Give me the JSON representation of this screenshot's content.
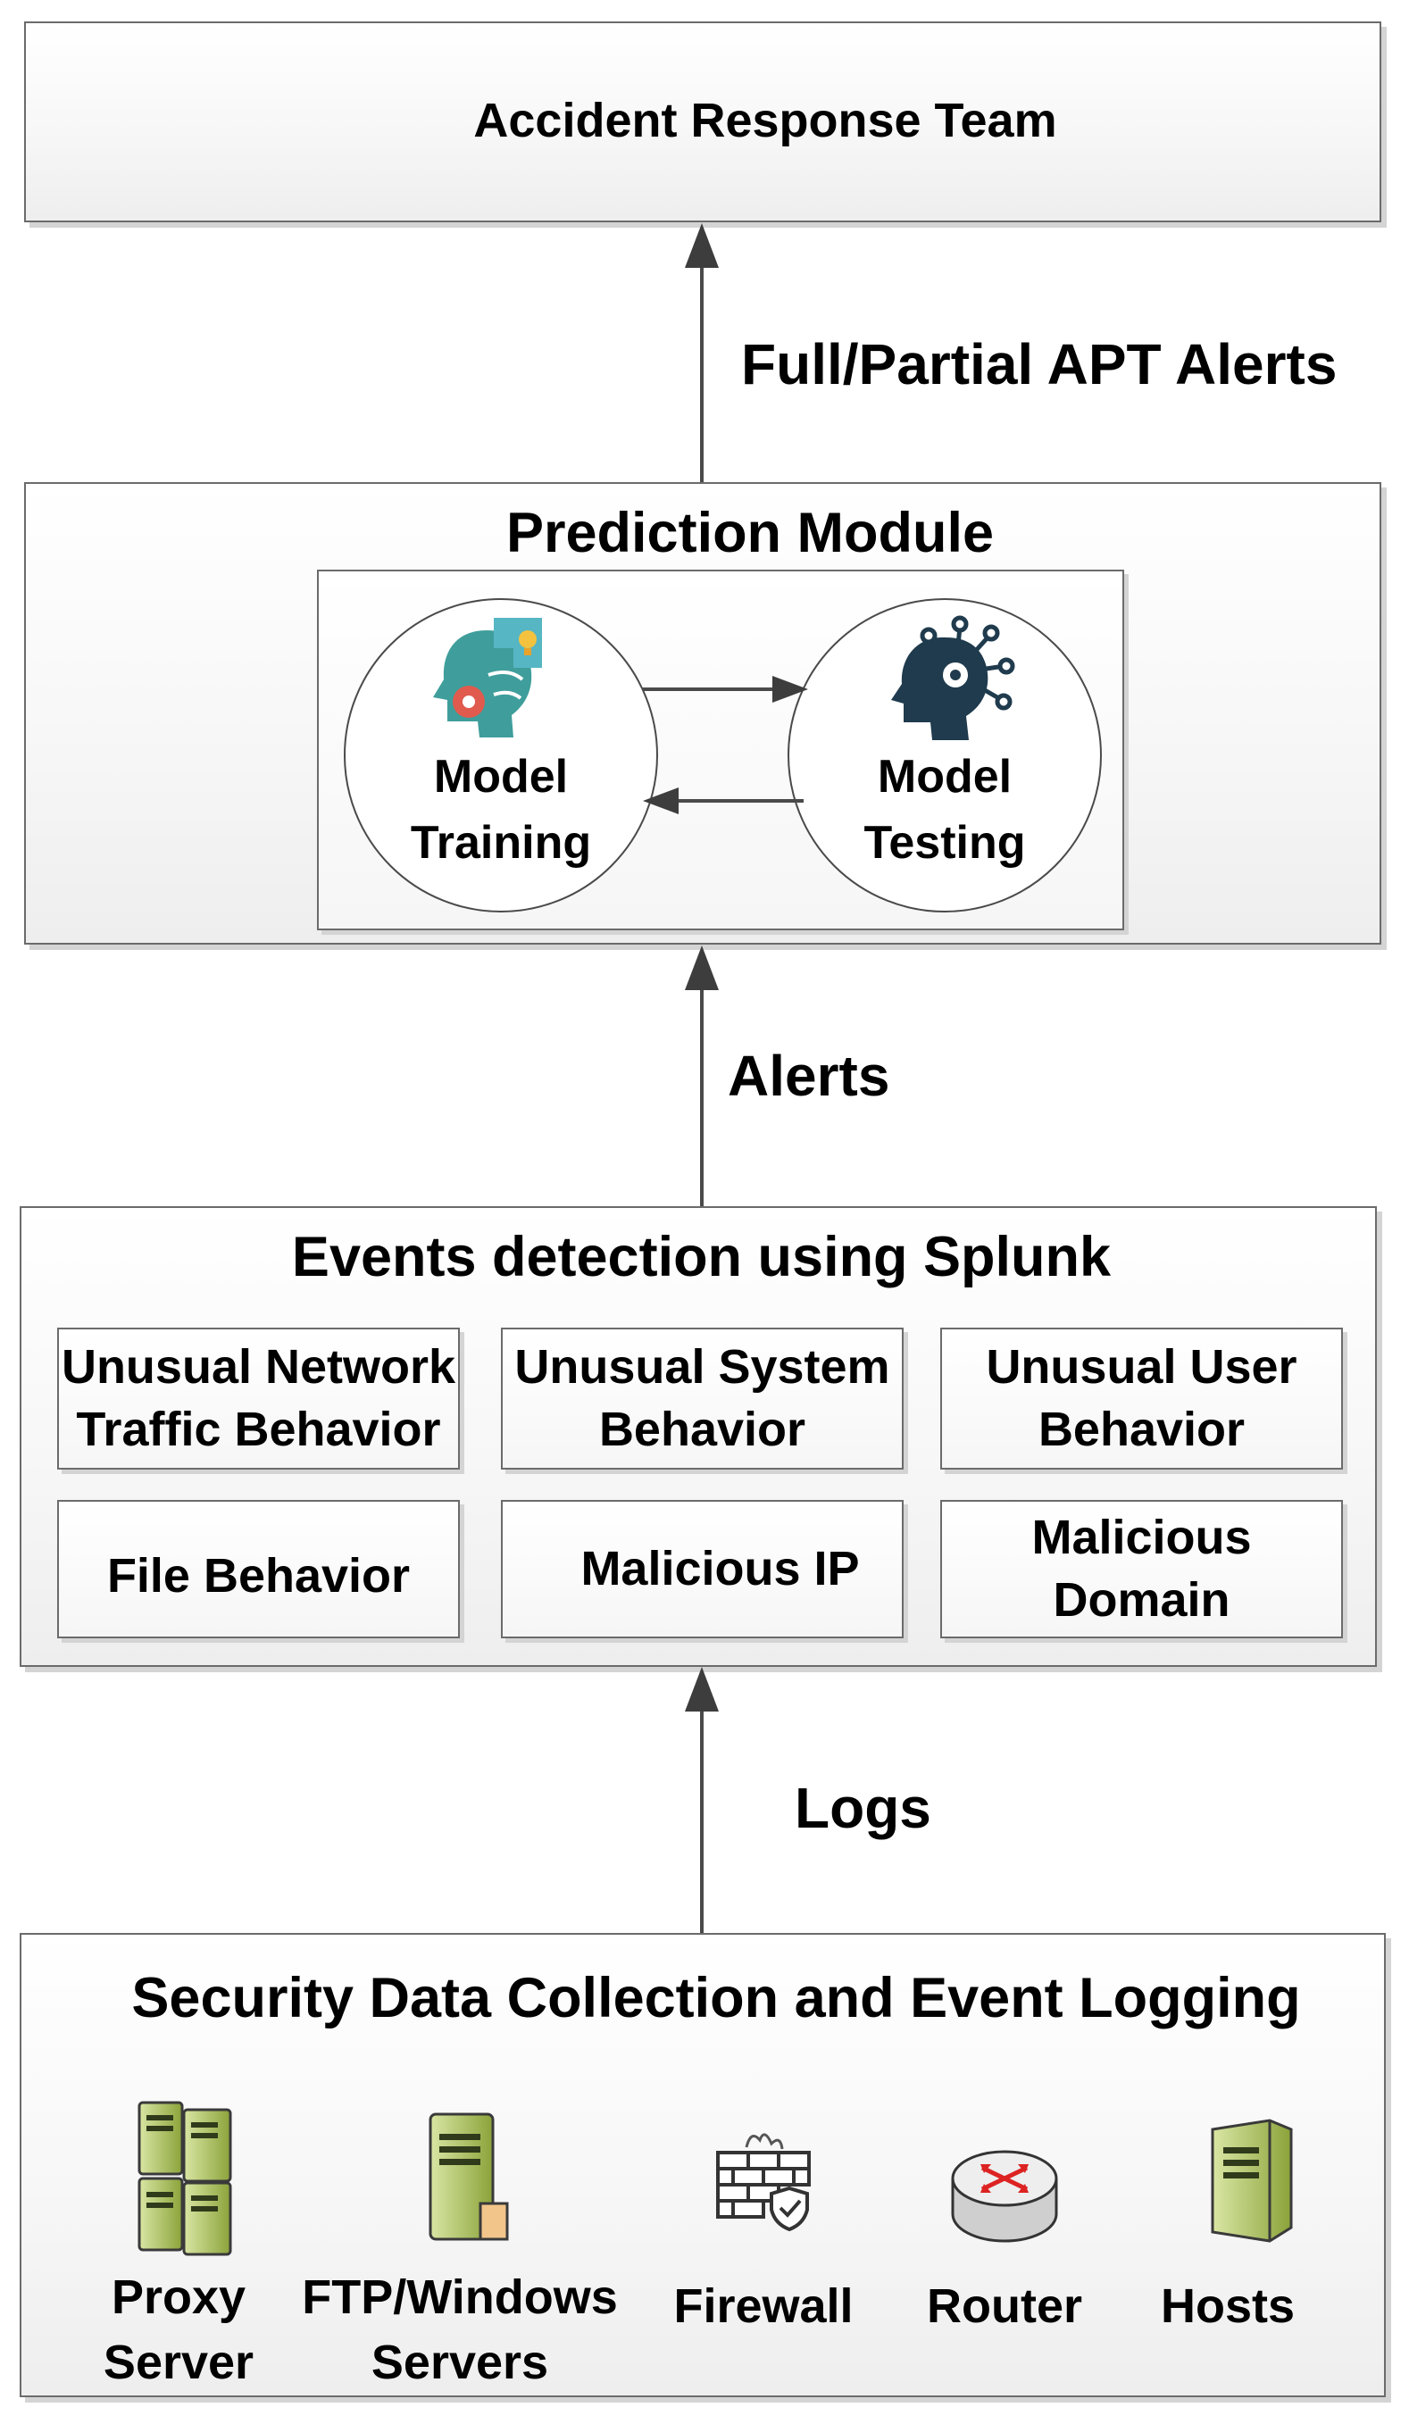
{
  "response": {
    "title": "Accident Response Team"
  },
  "arrows": {
    "alerts_full": "Full/Partial APT Alerts",
    "alerts": "Alerts",
    "logs": "Logs"
  },
  "prediction": {
    "title": "Prediction Module",
    "training": [
      "Model",
      "Training"
    ],
    "testing": [
      "Model",
      "Testing"
    ]
  },
  "events": {
    "title": "Events detection using Splunk",
    "items": [
      [
        "Unusual Network",
        "Traffic Behavior"
      ],
      [
        "Unusual System",
        "Behavior"
      ],
      [
        "Unusual User",
        "Behavior"
      ],
      [
        "File Behavior"
      ],
      [
        "Malicious IP"
      ],
      [
        "Malicious",
        "Domain"
      ]
    ]
  },
  "collection": {
    "title": "Security Data Collection and Event Logging",
    "devices": [
      {
        "icon": "server-stack-icon",
        "label": [
          "Proxy",
          "Server"
        ]
      },
      {
        "icon": "server-tower-icon",
        "label": [
          "FTP/Windows",
          "Servers"
        ]
      },
      {
        "icon": "firewall-icon",
        "label": [
          "Firewall"
        ]
      },
      {
        "icon": "router-icon",
        "label": [
          "Router"
        ]
      },
      {
        "icon": "host-icon",
        "label": [
          "Hosts"
        ]
      }
    ]
  }
}
